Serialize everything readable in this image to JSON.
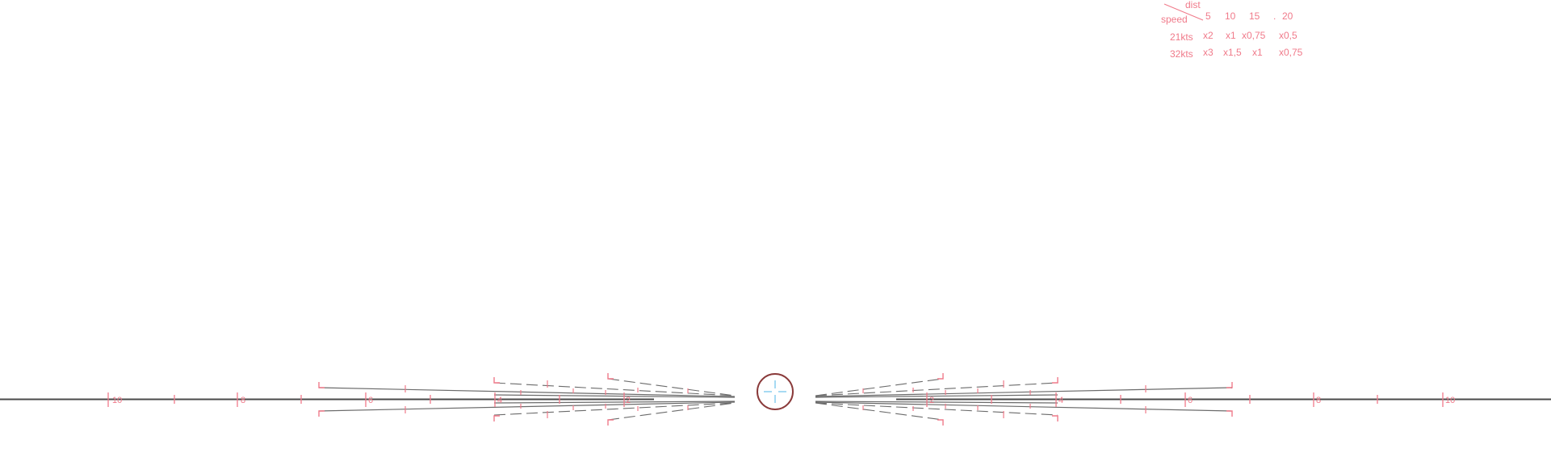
{
  "table": {
    "col_header_label": "dist",
    "row_header_label": "speed",
    "columns": [
      "5",
      "10",
      "15",
      "20"
    ],
    "separator": ".",
    "rows": [
      {
        "label": "21kts",
        "values": [
          "x2",
          "x1",
          "x0,75",
          "x0,5"
        ]
      },
      {
        "label": "32kts",
        "values": [
          "x3",
          "x1,5",
          "x1",
          "x0,75"
        ]
      }
    ]
  },
  "scale": {
    "left_labels": [
      "10",
      "8",
      "6",
      "4",
      "2"
    ],
    "right_labels": [
      "2",
      "4",
      "6",
      "8",
      "10"
    ]
  },
  "colors": {
    "accent": "#f07a8a",
    "line": "#6b6b6b",
    "center_line": "#4a4a4a",
    "crosshair": "#8fd0f0",
    "reticle_ring": "#8a3a3a"
  },
  "icons": {
    "center": "crosshair-reticle-icon"
  }
}
